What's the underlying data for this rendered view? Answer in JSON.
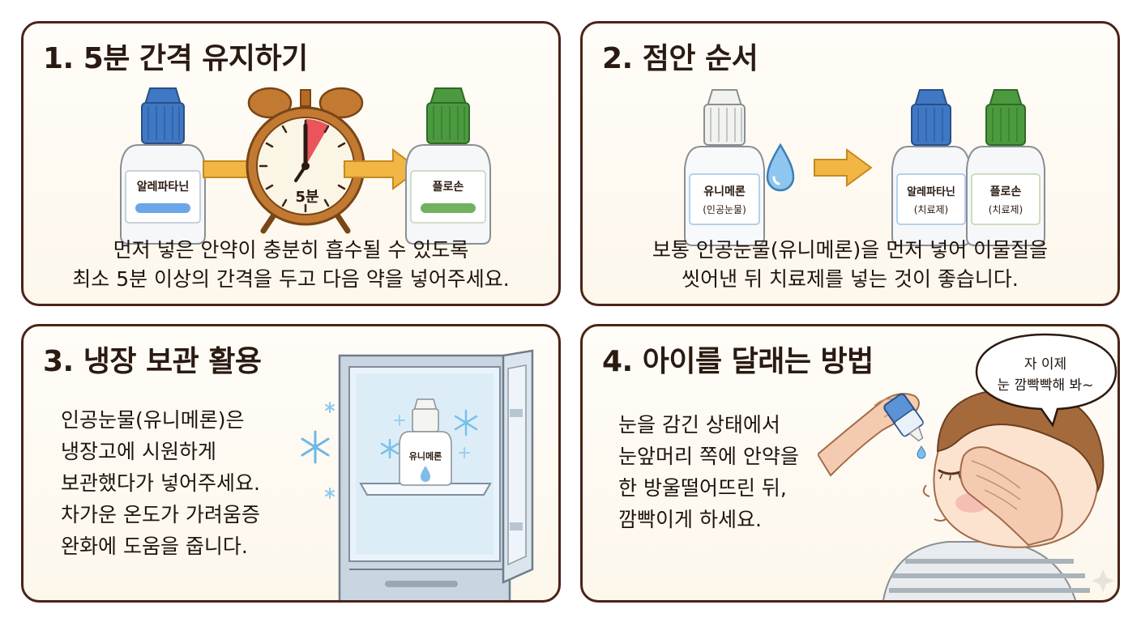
{
  "panels": [
    {
      "title": "1. 5분 간격 유지하기",
      "bottle_left_label": "알레파타닌",
      "timer_label": "5분",
      "bottle_right_label": "플로손",
      "caption_lines": [
        "먼저 넣은 안약이 충분히 흡수될 수 있도록",
        "최소 5분 이상의 간격을 두고 다음 약을 넣어주세요."
      ]
    },
    {
      "title": "2. 점안 순서",
      "bottle_first_label": "유니메론",
      "bottle_first_sub": "(인공눈물)",
      "bottle_second_label": "알레파타닌",
      "bottle_second_sub": "(치료제)",
      "bottle_third_label": "플로손",
      "bottle_third_sub": "(치료제)",
      "caption_lines": [
        "보통 인공눈물(유니메론)을 먼저 넣어 이물질을",
        "씻어낸 뒤 치료제를 넣는 것이 좋습니다."
      ]
    },
    {
      "title": "3. 냉장 보관 활용",
      "bottle_label": "유니메론",
      "text_lines": [
        "인공눈물(유니메론)은",
        "냉장고에 시원하게",
        "보관했다가 넣어주세요.",
        "차가운 온도가 가려움증",
        "완화에 도움을 줍니다."
      ]
    },
    {
      "title": "4. 아이를 달래는 방법",
      "speech_lines": [
        "자 이제",
        "눈 깜빡빡해 봐~"
      ],
      "text_lines": [
        "눈을 감긴 상태에서",
        "눈앞머리 쪽에 안약을",
        "한 방울떨어뜨린 뒤,",
        "깜빡이게 하세요."
      ]
    }
  ],
  "colors": {
    "panel_border": "#4a2418",
    "cap_blue": "#3f78c4",
    "cap_green": "#4c9a3f",
    "cap_white": "#f2f2ee",
    "arrow": "#f2b645",
    "clock": "#c27a33",
    "clock_sector": "#e8424a",
    "fridge": "#c9d6e2"
  }
}
